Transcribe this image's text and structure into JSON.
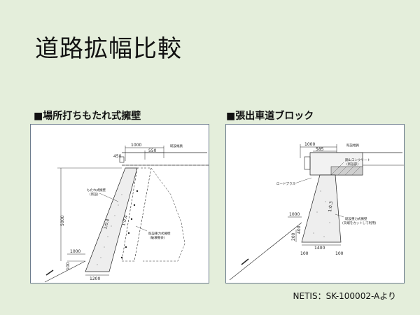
{
  "slide": {
    "title": "道路拡幅比較",
    "source": "NETIS：SK-100002-Aより"
  },
  "left_figure": {
    "caption": "■場所打ちもたれ式擁壁",
    "dims": {
      "top_width": "1000",
      "right_width": "550",
      "left_offset": "450",
      "height": "5000",
      "bottom_left": "1000",
      "base_width": "1200",
      "bottom_small": "100",
      "slope1": "1:0.4",
      "slope2": "1:0.4"
    },
    "labels": {
      "road_width": "既設幅員",
      "wall_new": "もたれ式擁壁\n(新設)",
      "wall_existing": "既設重力式擁壁\n(破壊撤去)"
    }
  },
  "right_figure": {
    "caption": "■張出車道ブロック",
    "dims": {
      "top_width": "1000",
      "inner_width": "585",
      "left_width": "1000",
      "base_width": "1400",
      "h200": "200",
      "h400": "400",
      "b100a": "100",
      "b100b": "100",
      "slope": "1:0.3"
    },
    "labels": {
      "road_width": "既設幅員",
      "concrete": "鋼山コンクリート\n(新設部)",
      "road_plus": "ロードプラス",
      "wall_existing": "既設重力式擁壁\n(天端をカットして利用)"
    }
  },
  "colors": {
    "background": "#e4eedb",
    "panel_border": "#6b7b8c",
    "line": "#222222"
  }
}
